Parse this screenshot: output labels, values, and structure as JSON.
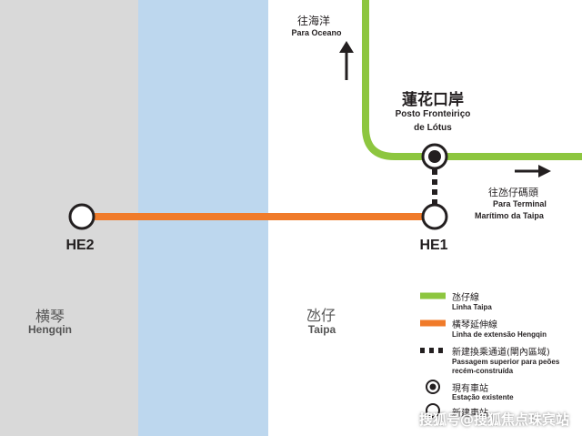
{
  "regions": {
    "hengqin": {
      "zh": "横琴",
      "pt": "Hengqin",
      "color": "#d9d9d9"
    },
    "water": {
      "color": "#bdd7ee"
    },
    "taipa": {
      "zh": "氹仔",
      "pt": "Taipa",
      "color": "#ffffff"
    }
  },
  "lines": {
    "taipa_line": {
      "color": "#8dc63f"
    },
    "hengqin_extension": {
      "color": "#f07b2a"
    },
    "connector": {
      "color": "#231f20"
    }
  },
  "stations": {
    "he1": {
      "name": "HE1",
      "type": "new"
    },
    "he2": {
      "name": "HE2",
      "type": "new"
    },
    "lotus": {
      "zh": "蓮花口岸",
      "pt_line1": "Posto Fronteiriço",
      "pt_line2": "de Lótus",
      "type": "existing"
    }
  },
  "directions": {
    "ocean": {
      "zh": "往海洋",
      "pt": "Para Oceano",
      "icon": "arrow-up-icon"
    },
    "ferry": {
      "zh": "往氹仔碼頭",
      "pt_line1": "Para Terminal",
      "pt_line2": "Marítimo da Taipa",
      "icon": "arrow-right-icon"
    }
  },
  "legend": [
    {
      "symbol": "green-line",
      "zh": "氹仔線",
      "pt": "Linha Taipa"
    },
    {
      "symbol": "orange-line",
      "zh": "橫琴延伸線",
      "pt": "Linha de extensão Hengqin"
    },
    {
      "symbol": "dotted-line",
      "zh": "新建換乘通道(閘內區域)",
      "pt_line1": "Passagem superior para peões",
      "pt_line2": "recém-construída"
    },
    {
      "symbol": "existing-station",
      "zh": "現有車站",
      "pt": "Estação existente"
    },
    {
      "symbol": "new-station",
      "zh": "新建車站",
      "pt": ""
    }
  ],
  "watermark": "搜狐号@搜狐焦点珠宾站"
}
